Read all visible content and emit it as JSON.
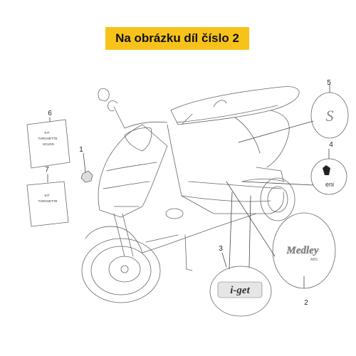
{
  "banner": {
    "text": "Na obrázku díl číslo 2"
  },
  "callouts": {
    "c1": "1",
    "c2": "2",
    "c3": "3",
    "c4": "4",
    "c5": "5",
    "c6": "6",
    "c7": "7"
  },
  "decals": {
    "d6_lines": [
      "KIT",
      "TARGHETTE",
      "SCUDO"
    ],
    "d7_lines": [
      "KIT",
      "TARGHETTE"
    ],
    "d4_text": "eni",
    "d2_text": "Medley",
    "d2_sub": "ABS",
    "d3_text": "i-get",
    "d5_text": "S"
  },
  "colors": {
    "banner_bg": "#f7c21a",
    "line": "#555555"
  }
}
